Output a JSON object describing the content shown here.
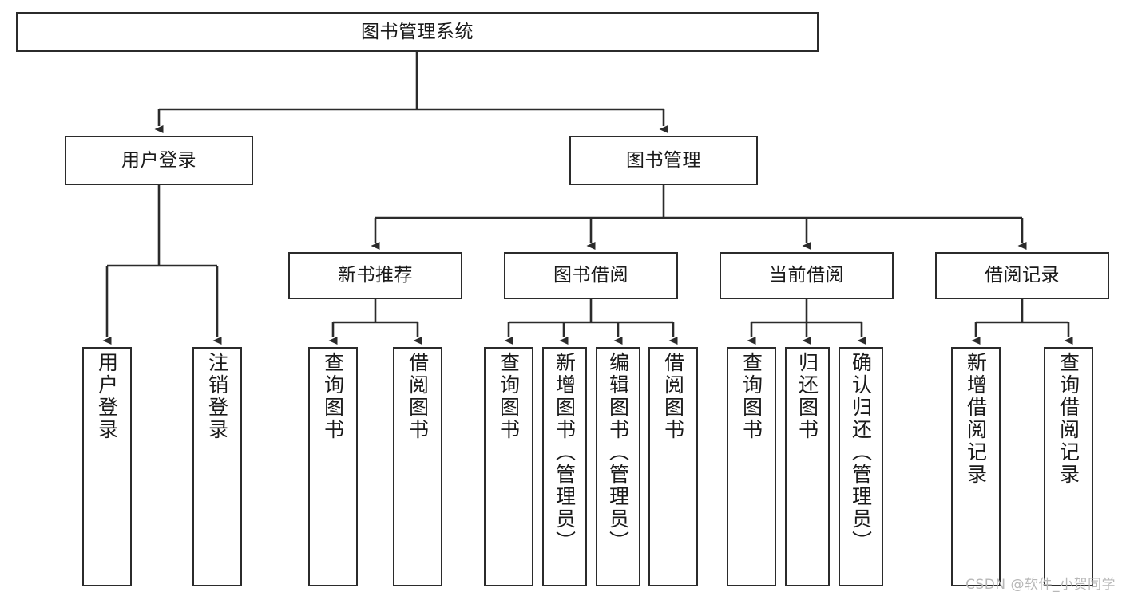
{
  "diagram": {
    "title": "图书管理系统",
    "type": "tree-hierarchy-chart",
    "background_color": "#ffffff",
    "line_color": "#2b2b2b",
    "box_border_color": "#2b2b2b",
    "box_fill_color": "#ffffff",
    "text_color": "#1a1a1a"
  },
  "nodes": {
    "root": {
      "label": "图书管理系统"
    },
    "level2": [
      {
        "label": "用户登录"
      },
      {
        "label": "图书管理"
      }
    ],
    "level3": [
      {
        "label": "新书推荐"
      },
      {
        "label": "图书借阅"
      },
      {
        "label": "当前借阅"
      },
      {
        "label": "借阅记录"
      }
    ],
    "leaves": {
      "user_login": [
        {
          "label": "用户登录"
        },
        {
          "label": "注销登录"
        }
      ],
      "new_book_recommend": [
        {
          "label": "查询图书"
        },
        {
          "label": "借阅图书"
        }
      ],
      "book_borrow": [
        {
          "label": "查询图书"
        },
        {
          "label": "新增图书（管理员）"
        },
        {
          "label": "编辑图书（管理员）"
        },
        {
          "label": "借阅图书"
        }
      ],
      "current_borrow": [
        {
          "label": "查询图书"
        },
        {
          "label": "归还图书"
        },
        {
          "label": "确认归还（管理员）"
        }
      ],
      "borrow_record": [
        {
          "label": "新增借阅记录"
        },
        {
          "label": "查询借阅记录"
        }
      ]
    }
  },
  "watermark": {
    "text": "CSDN @软件_小贺同学"
  }
}
